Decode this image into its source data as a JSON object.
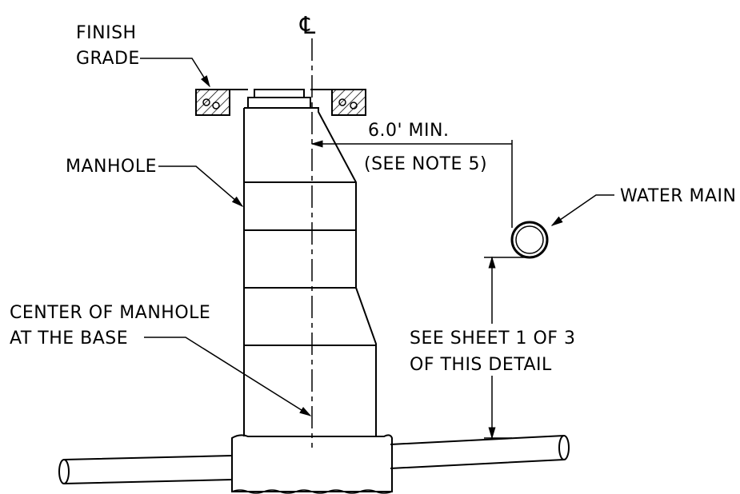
{
  "labels": {
    "centerline": "℄",
    "finish_grade_1": "FINISH",
    "finish_grade_2": "GRADE",
    "manhole": "MANHOLE",
    "center_base_1": "CENTER OF MANHOLE",
    "center_base_2": "AT THE BASE",
    "min_dist_1": "6.0' MIN.",
    "min_dist_2": "(SEE NOTE 5)",
    "water_main": "WATER MAIN",
    "see_sheet_1": "SEE SHEET 1 OF 3",
    "see_sheet_2": "OF THIS DETAIL"
  }
}
